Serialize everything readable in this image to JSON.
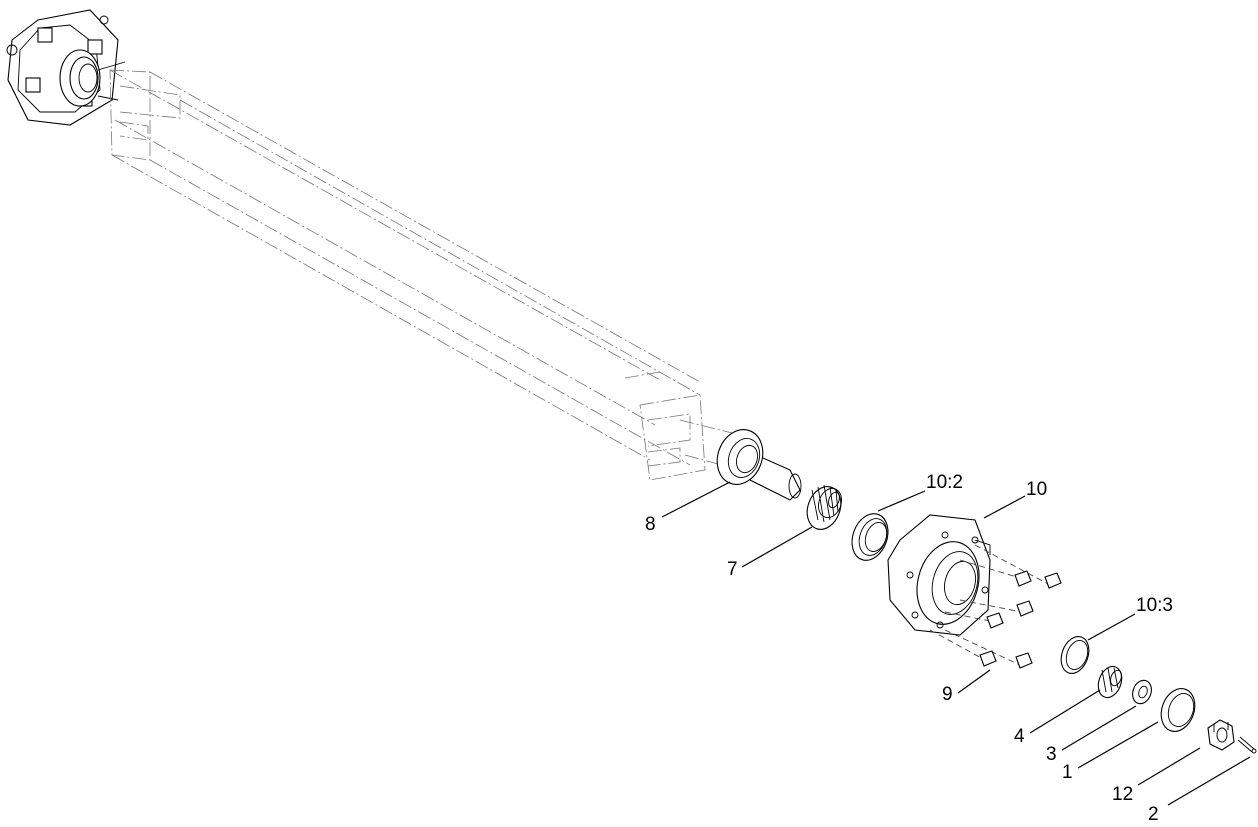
{
  "callouts": [
    {
      "id": "8",
      "label": "8"
    },
    {
      "id": "7",
      "label": "7"
    },
    {
      "id": "10-2",
      "label": "10:2"
    },
    {
      "id": "10",
      "label": "10"
    },
    {
      "id": "10-3",
      "label": "10:3"
    },
    {
      "id": "9",
      "label": "9"
    },
    {
      "id": "4",
      "label": "4"
    },
    {
      "id": "3",
      "label": "3"
    },
    {
      "id": "1",
      "label": "1"
    },
    {
      "id": "12",
      "label": "12"
    },
    {
      "id": "2",
      "label": "2"
    }
  ]
}
